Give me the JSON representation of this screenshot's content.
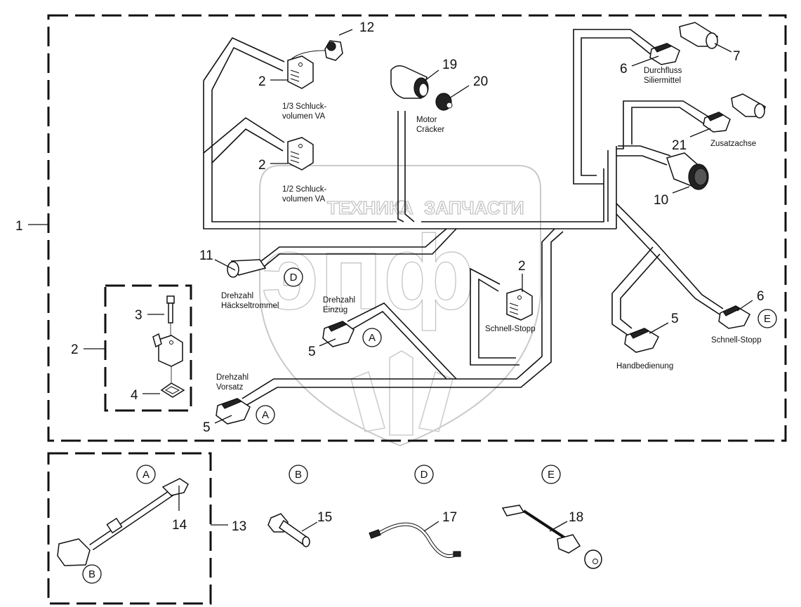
{
  "diagram": {
    "title": "Wiring harness parts diagram",
    "watermark": {
      "top_left_text": "ТЕХНИКА",
      "top_right_text": "ЗАПЧАСТИ",
      "logo_letters": "эпф"
    },
    "callouts": [
      {
        "id": "c1",
        "number": "1"
      },
      {
        "id": "c2a",
        "number": "2"
      },
      {
        "id": "c2b",
        "number": "2"
      },
      {
        "id": "c2c",
        "number": "2"
      },
      {
        "id": "c2d",
        "number": "2"
      },
      {
        "id": "c3",
        "number": "3"
      },
      {
        "id": "c4",
        "number": "4"
      },
      {
        "id": "c5a",
        "number": "5"
      },
      {
        "id": "c5b",
        "number": "5"
      },
      {
        "id": "c5c",
        "number": "5"
      },
      {
        "id": "c6a",
        "number": "6"
      },
      {
        "id": "c6b",
        "number": "6"
      },
      {
        "id": "c7",
        "number": "7"
      },
      {
        "id": "c10",
        "number": "10"
      },
      {
        "id": "c11",
        "number": "11"
      },
      {
        "id": "c12",
        "number": "12"
      },
      {
        "id": "c13",
        "number": "13"
      },
      {
        "id": "c14",
        "number": "14"
      },
      {
        "id": "c15",
        "number": "15"
      },
      {
        "id": "c17",
        "number": "17"
      },
      {
        "id": "c18",
        "number": "18"
      },
      {
        "id": "c19",
        "number": "19"
      },
      {
        "id": "c20",
        "number": "20"
      },
      {
        "id": "c21",
        "number": "21"
      }
    ],
    "labels": {
      "schluck_13_line1": "1/3 Schluck-",
      "schluck_13_line2": "volumen VA",
      "schluck_12_line1": "1/2 Schluck-",
      "schluck_12_line2": "volumen VA",
      "motor_line1": "Motor",
      "motor_line2": "Cräcker",
      "durchfluss_line1": "Durchfluss",
      "durchfluss_line2": "Siliermittel",
      "zusatzachse": "Zusatzachse",
      "haeckseltrommel_line1": "Drehzahl",
      "haeckseltrommel_line2": "Häckseltrommel",
      "einzug_line1": "Drehzahl",
      "einzug_line2": "Einzug",
      "vorsatz_line1": "Drehzahl",
      "vorsatz_line2": "Vorsatz",
      "schnellstopp_center": "Schnell-Stopp",
      "schnellstopp_right": "Schnell-Stopp",
      "handbedienung": "Handbedienung"
    },
    "reference_markers": {
      "d_main": "D",
      "a_einzug": "A",
      "a_vorsatz": "A",
      "e_main": "E",
      "a_detail": "A",
      "b_detail_inner": "B",
      "b_detail": "B",
      "d_detail": "D",
      "e_detail": "E"
    }
  }
}
